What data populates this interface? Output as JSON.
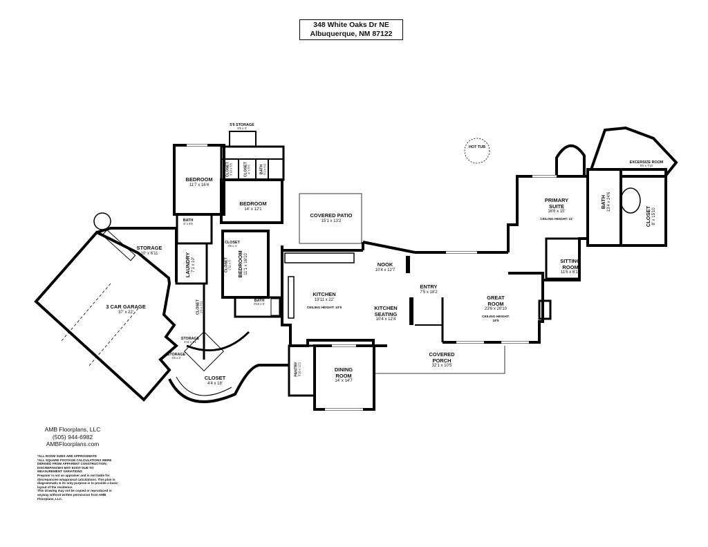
{
  "header": {
    "address_line1": "348 White Oaks Dr NE",
    "address_line2": "Albuquerque, NM 87122"
  },
  "company": {
    "name": "AMB Floorplans, LLC",
    "phone": "(505) 944-6982",
    "website": "AMBFloorplans.com"
  },
  "notes": [
    "*ALL ROOM SIZES ARE APPROXIMATE",
    "*ALL SQUARE FOOTAGE CALCULATIONS WERE",
    "DERIVED FROM APPARENT CONSTRUCTION;",
    "DISCREPANCIES MAY EXIST DUE TO",
    "MEASUREMENT VARIATIONS",
    "Preparer is not an appraiser and is not liable for",
    "discrepancies w/appraisal calculations. This plan is",
    "diagrammatic & its only purpose is to provide a basic",
    "layout of the residence.",
    "This drawing may not be copied or reproduced in",
    "anyway without written permission from AMB",
    "Floorplans, LLC."
  ],
  "rooms": {
    "garage": {
      "name": "3 CAR GARAGE",
      "dims": "37' x 22'"
    },
    "storage_main": {
      "name": "STORAGE",
      "dims": "10' x 6'11"
    },
    "laundry": {
      "name": "LAUNDRY",
      "dims": "7'1 x 10'"
    },
    "bath_small": {
      "name": "BATH",
      "dims": "8' x 6'9"
    },
    "bedroom1": {
      "name": "BEDROOM",
      "dims": "11'7 x 16'4"
    },
    "bedroom2": {
      "name": "BEDROOM",
      "dims": "14' x 12'1"
    },
    "bedroom3": {
      "name": "BEDROOM",
      "dims": "11'1 x 16'10"
    },
    "closet_a": {
      "name": "CLOSET",
      "dims": "3'10 x 5'5"
    },
    "closet_b": {
      "name": "CLOSET",
      "dims": "4' x 5'5"
    },
    "bath_top": {
      "name": "BATH",
      "dims": "5'2 x 5'6"
    },
    "storage_top": {
      "name": "5'6 STORAGE",
      "dims": "5'5 x 3'"
    },
    "closet_c": {
      "name": "CLOSET",
      "dims": "3'9 x 4'"
    },
    "closet_d": {
      "name": "CLOSET",
      "dims": "2'11 x 5'"
    },
    "closet_e": {
      "name": "CLOSET",
      "dims": "2'6 x 3'11"
    },
    "bath_mid": {
      "name": "BATH",
      "dims": "9'10 x 5'"
    },
    "covered_patio": {
      "name": "COVERED PATIO",
      "dims": "15'1 x 13'2"
    },
    "hot_tub": {
      "name": "HOT TUB"
    },
    "kitchen": {
      "name": "KITCHEN",
      "dims": "19'11 x 22'",
      "ceiling": "CEILING HEIGHT: 10'5"
    },
    "nook": {
      "name": "NOOK",
      "dims": "10'4 x 12'7"
    },
    "kitchen_seating": {
      "name": "KITCHEN SEATING",
      "dims": "10'4 x 12'4"
    },
    "entry": {
      "name": "ENTRY",
      "dims": "7'5 x 18'2"
    },
    "great_room": {
      "name": "GREAT ROOM",
      "dims": "23'6 x 20'10",
      "ceiling": "CEILING HEIGHT: 18'5"
    },
    "dining": {
      "name": "DINING ROOM",
      "dims": "14' x 14'7"
    },
    "pantry": {
      "name": "PANTRY",
      "dims": "5'10 x 12'2"
    },
    "covered_porch": {
      "name": "COVERED PORCH",
      "dims": "32'1 x 10'5"
    },
    "closet_f": {
      "name": "CLOSET",
      "dims": "4'4 x 18'"
    },
    "storage_small": {
      "name": "STORAGE",
      "dims": "4'11 x 3'1"
    },
    "storage_tiny": {
      "name": "STORAGE",
      "dims": "4'6 x 2'"
    },
    "primary_suite": {
      "name": "PRIMARY SUITE",
      "dims": "16'6 x 15'",
      "ceiling": "CEILING HEIGHT: 11'"
    },
    "sitting_room": {
      "name": "SITTING ROOM",
      "dims": "11'6 x 6'10"
    },
    "bath_primary": {
      "name": "BATH",
      "dims": "13'4 x 24'6"
    },
    "closet_primary": {
      "name": "CLOSET",
      "dims": "8' x 15'10"
    },
    "exercise_room": {
      "name": "EXCERSIZE ROOM",
      "dims": "9'5 x 7'10"
    }
  }
}
